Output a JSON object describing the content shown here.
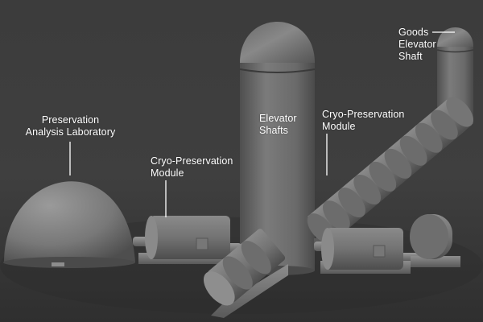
{
  "labels": {
    "preservation_lab": [
      "Preservation",
      "Analysis Laboratory"
    ],
    "cryo_module_left": [
      "Cryo-Preservation",
      "Module"
    ],
    "elevator_shafts": [
      "Elevator",
      "Shafts"
    ],
    "cryo_module_right": [
      "Cryo-Preservation",
      "Module"
    ],
    "goods_elevator": [
      "Goods",
      "Elevator",
      "Shaft"
    ]
  },
  "colors": {
    "background": "#3a3a3a",
    "structure": "#7a7a7a",
    "structure_dark": "#4a4a4a",
    "label_text": "#ffffff",
    "leader_line": "#ffffff"
  }
}
